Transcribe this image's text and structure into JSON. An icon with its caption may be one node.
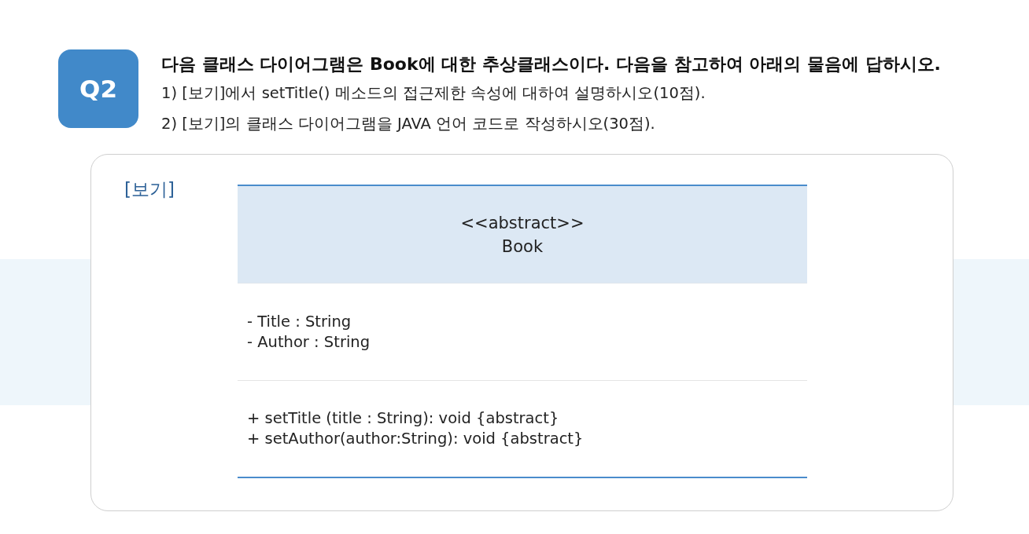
{
  "diagram": {
    "title": "다음 클래스 다이어그램은 Book에 대한 추상클래스이다. 다음을 참고하여 아래의 물음에 답하시오.",
    "nodes": [
      {
        "text": [
          "Q2"
        ]
      },
      {
        "text": [
          "[보기]"
        ]
      },
      {
        "text": [
          "<<abstract>>",
          "Book"
        ],
        "in": 1
      },
      {
        "text": [
          "- Title : String",
          "- Author : String"
        ],
        "in": 1
      },
      {
        "text": [
          "+ setTitle (title : String): void {abstract}",
          "+ setAuthor(author:String): void {abstract}"
        ],
        "in": 1
      }
    ],
    "labels": [
      "1) [보기]에서 setTitle() 메소드의 접근제한 속성에 대하여 설명하시오(10점).",
      "2) [보기]의 클래스 다이어그램을 JAVA 언어 코드로 작성하시오(30점)."
    ]
  }
}
